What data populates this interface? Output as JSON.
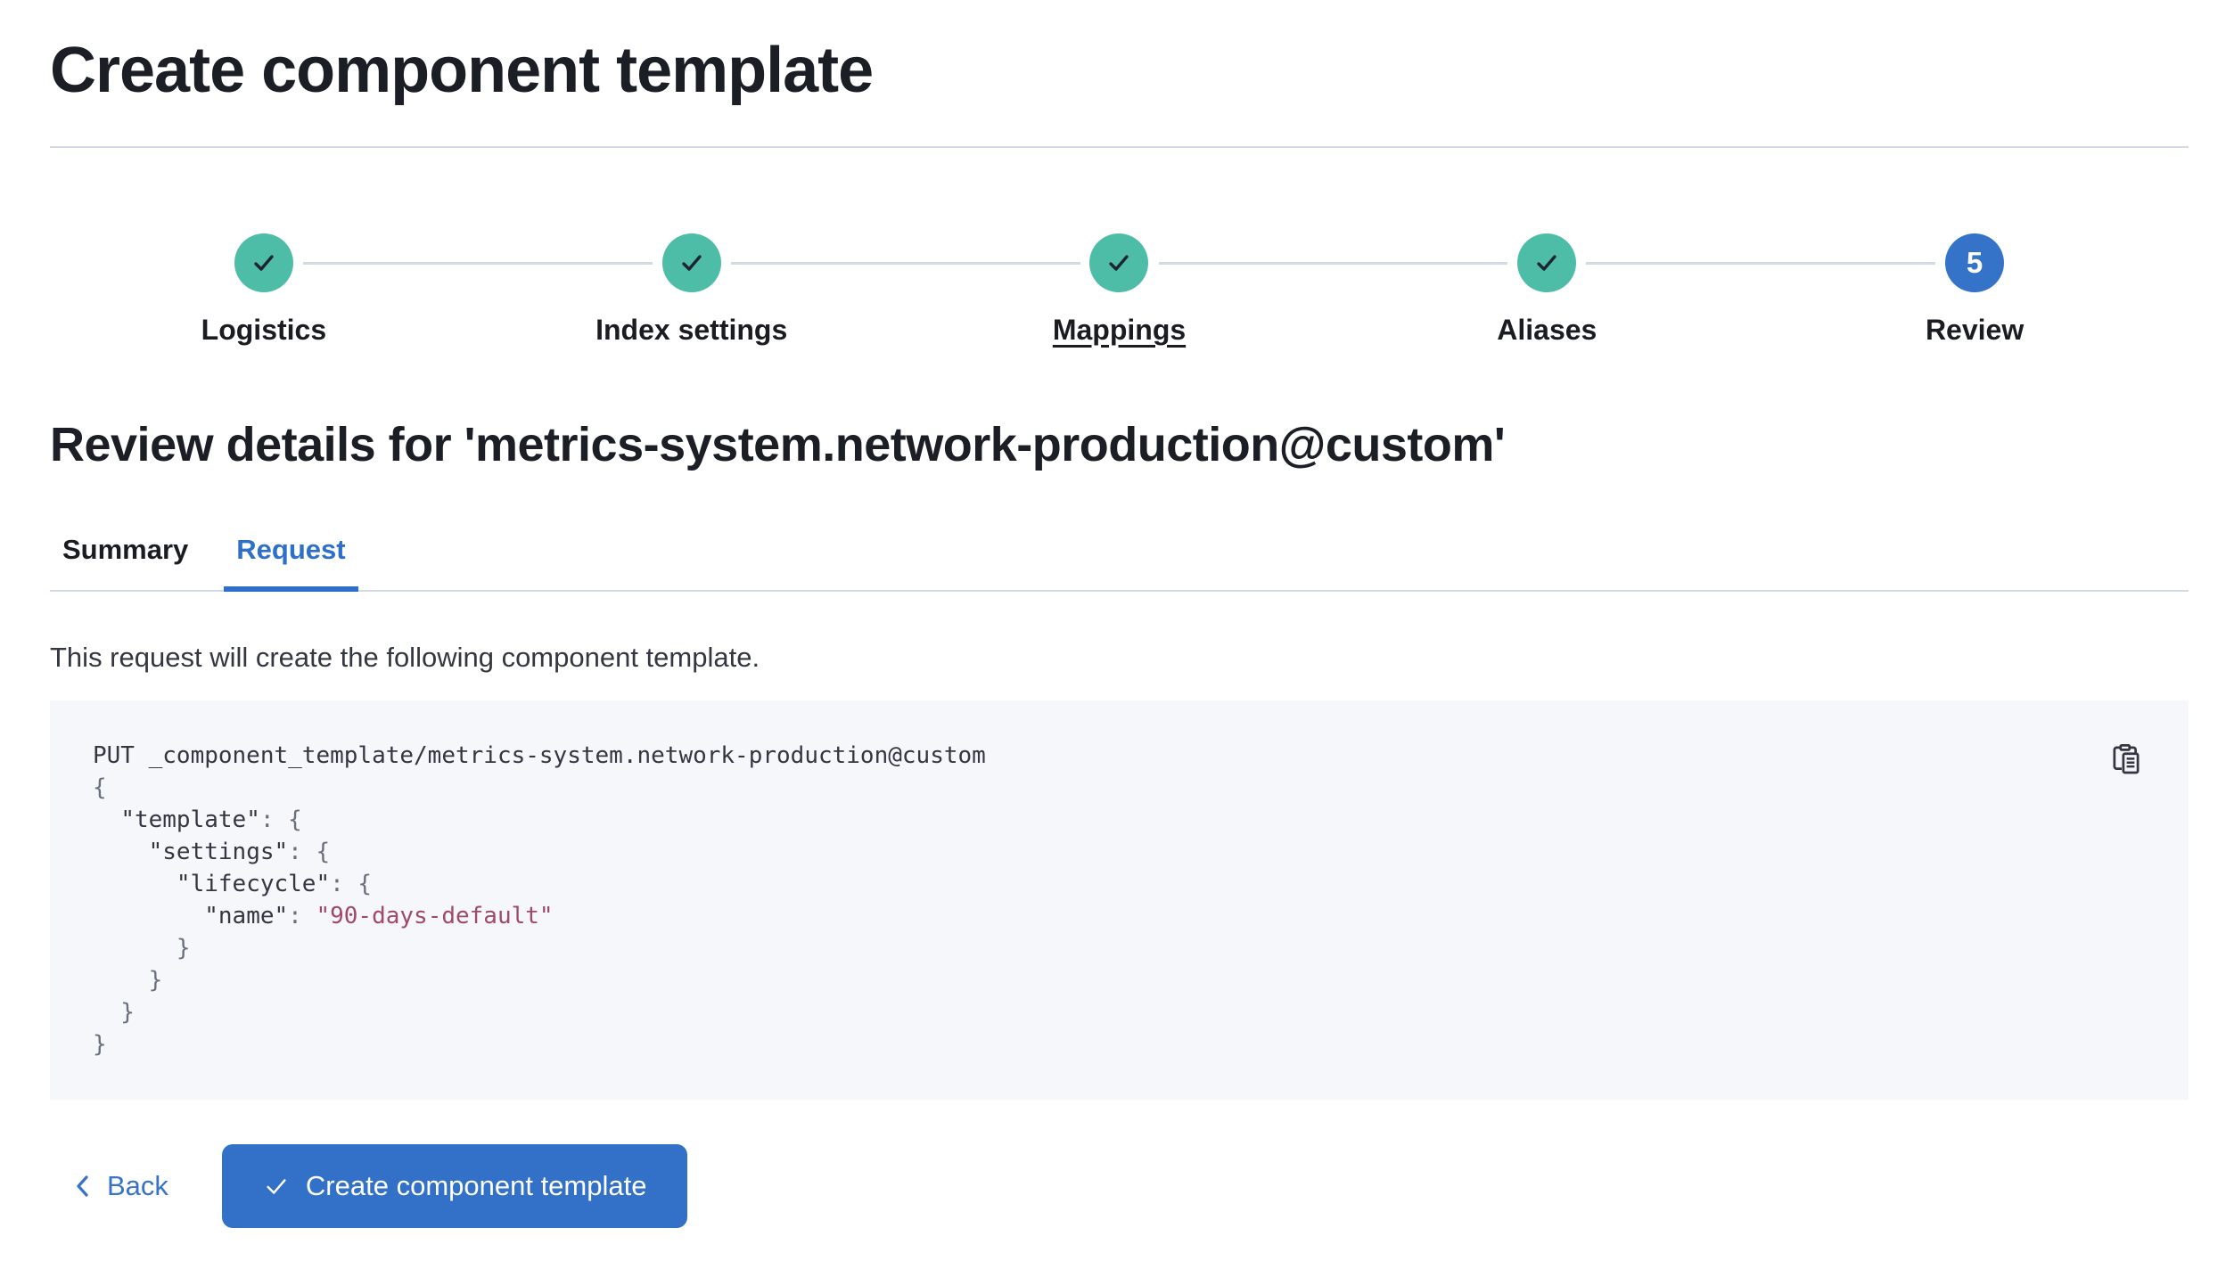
{
  "page": {
    "title": "Create component template"
  },
  "stepper": {
    "steps": [
      {
        "label": "Logistics",
        "status": "complete"
      },
      {
        "label": "Index settings",
        "status": "complete"
      },
      {
        "label": "Mappings",
        "status": "complete"
      },
      {
        "label": "Aliases",
        "status": "complete"
      },
      {
        "label": "Review",
        "status": "current",
        "number": "5"
      }
    ]
  },
  "review": {
    "heading": "Review details for 'metrics-system.network-production@custom'",
    "tabs": [
      {
        "label": "Summary",
        "selected": false
      },
      {
        "label": "Request",
        "selected": true
      }
    ],
    "description": "This request will create the following component template."
  },
  "code": {
    "copy_icon": "copy-clipboard-icon",
    "lines": [
      {
        "segments": [
          {
            "type": "method",
            "text": "PUT _component_template/metrics-system.network-production@custom"
          }
        ]
      },
      {
        "segments": [
          {
            "type": "punct",
            "text": "{"
          }
        ]
      },
      {
        "segments": [
          {
            "type": "plain",
            "text": "  "
          },
          {
            "type": "key",
            "text": "\"template\""
          },
          {
            "type": "punct",
            "text": ": {"
          }
        ]
      },
      {
        "segments": [
          {
            "type": "plain",
            "text": "    "
          },
          {
            "type": "key",
            "text": "\"settings\""
          },
          {
            "type": "punct",
            "text": ": {"
          }
        ]
      },
      {
        "segments": [
          {
            "type": "plain",
            "text": "      "
          },
          {
            "type": "key",
            "text": "\"lifecycle\""
          },
          {
            "type": "punct",
            "text": ": {"
          }
        ]
      },
      {
        "segments": [
          {
            "type": "plain",
            "text": "        "
          },
          {
            "type": "key",
            "text": "\"name\""
          },
          {
            "type": "punct",
            "text": ": "
          },
          {
            "type": "string",
            "text": "\"90-days-default\""
          }
        ]
      },
      {
        "segments": [
          {
            "type": "punct",
            "text": "      }"
          }
        ]
      },
      {
        "segments": [
          {
            "type": "punct",
            "text": "    }"
          }
        ]
      },
      {
        "segments": [
          {
            "type": "punct",
            "text": "  }"
          }
        ]
      },
      {
        "segments": [
          {
            "type": "punct",
            "text": "}"
          }
        ]
      }
    ]
  },
  "footer": {
    "back_label": "Back",
    "create_label": "Create component template"
  },
  "colors": {
    "primary_blue": "#3573c9",
    "success_teal": "#4dbda8",
    "divider_gray": "#d3dae6",
    "code_background": "#f5f7fa",
    "code_string": "#a04a68",
    "text_dark": "#1a1c21",
    "text_body": "#343741"
  }
}
